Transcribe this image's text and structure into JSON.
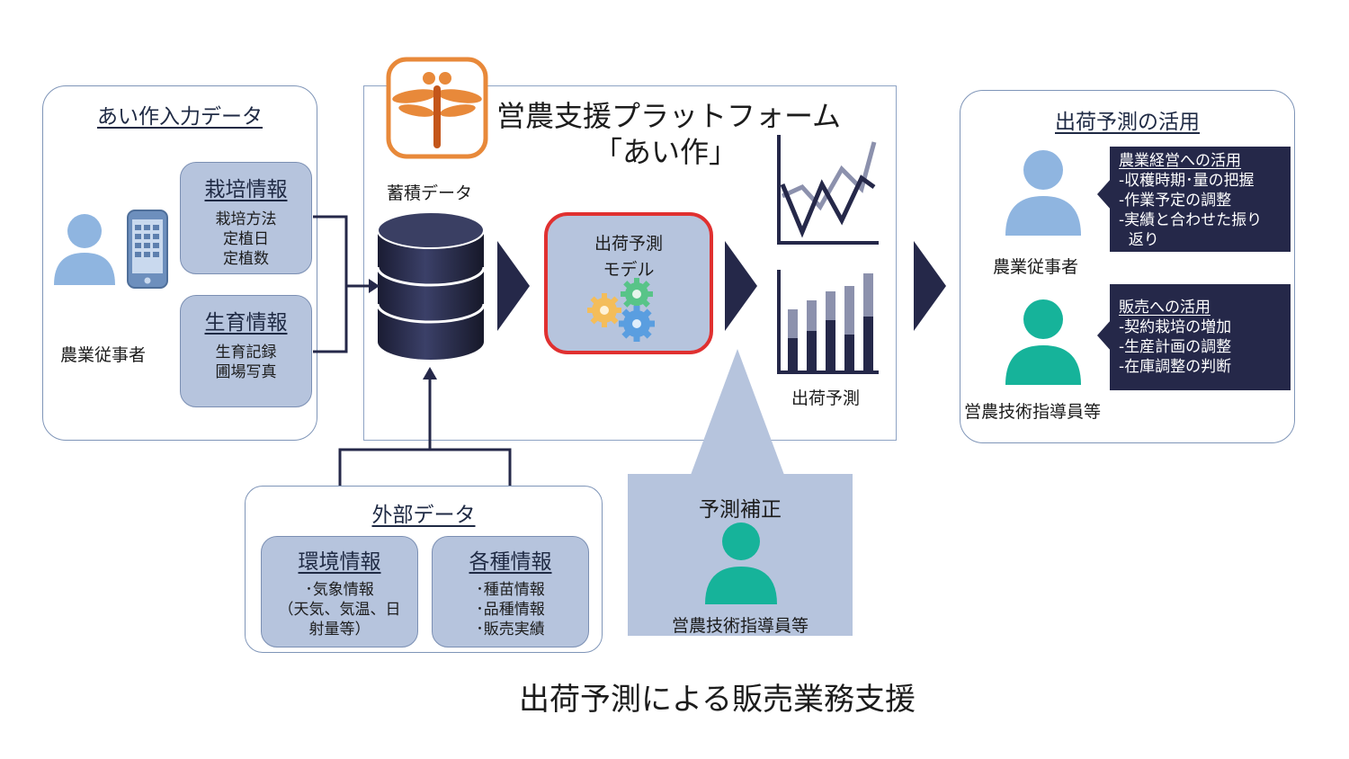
{
  "input_panel": {
    "title": "あい作入力データ",
    "farmer_label": "農業従事者",
    "cultivation": {
      "title": "栽培情報",
      "items": [
        "栽培方法",
        "定植日",
        "定植数"
      ]
    },
    "growth": {
      "title": "生育情報",
      "items": [
        "生育記録",
        "圃場写真"
      ]
    }
  },
  "platform": {
    "title_line1": "営農支援プラットフォーム",
    "title_line2": "「あい作」",
    "storage_label": "蓄積データ",
    "model_label_line1": "出荷予測",
    "model_label_line2": "モデル",
    "forecast_label": "出荷予測"
  },
  "external": {
    "title": "外部データ",
    "environment": {
      "title": "環境情報",
      "items": [
        "･気象情報",
        "（天気、気温、日",
        "射量等）"
      ]
    },
    "various": {
      "title": "各種情報",
      "items": [
        "･種苗情報",
        "･品種情報",
        "･販売実績"
      ]
    }
  },
  "correction": {
    "title": "予測補正",
    "person_label": "営農技術指導員等"
  },
  "usage": {
    "title": "出荷予測の活用",
    "farmer_label": "農業従事者",
    "farm_mgmt": {
      "title": "農業経営への活用",
      "items": [
        "-収穫時期･量の把握",
        "-作業予定の調整",
        "-実績と合わせた振り",
        "  返り"
      ]
    },
    "instructor_label": "営農技術指導員等",
    "sales": {
      "title": "販売への活用",
      "items": [
        "-契約栽培の増加",
        "-生産計画の調整",
        "-在庫調整の判断"
      ]
    }
  },
  "caption": "出荷予測による販売業務支援",
  "colors": {
    "navy": "#252849",
    "box_fill": "#b6c4dd",
    "person_blue": "#8fb5e0",
    "person_teal": "#16b39a",
    "model_border": "#e03030",
    "logo_orange": "#e8893a"
  }
}
